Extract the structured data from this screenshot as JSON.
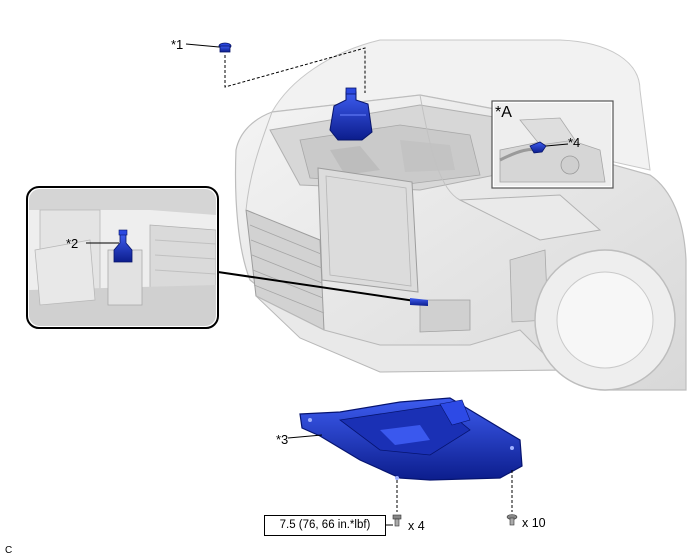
{
  "labels": {
    "callout_1": "*1",
    "callout_2": "*2",
    "callout_3": "*3",
    "callout_4": "*4",
    "callout_a": "*A"
  },
  "fasteners": {
    "torque_spec": "7.5 (76, 66 in.*lbf)",
    "bolt_qty": "x 4",
    "clip_qty": "x 10"
  },
  "figure_code": "C",
  "colors": {
    "highlight_part": "#1f3fd6",
    "highlight_dark": "#0b1f8a",
    "body_gray": "#e6e6e6",
    "line_gray": "#b5b5b5"
  }
}
